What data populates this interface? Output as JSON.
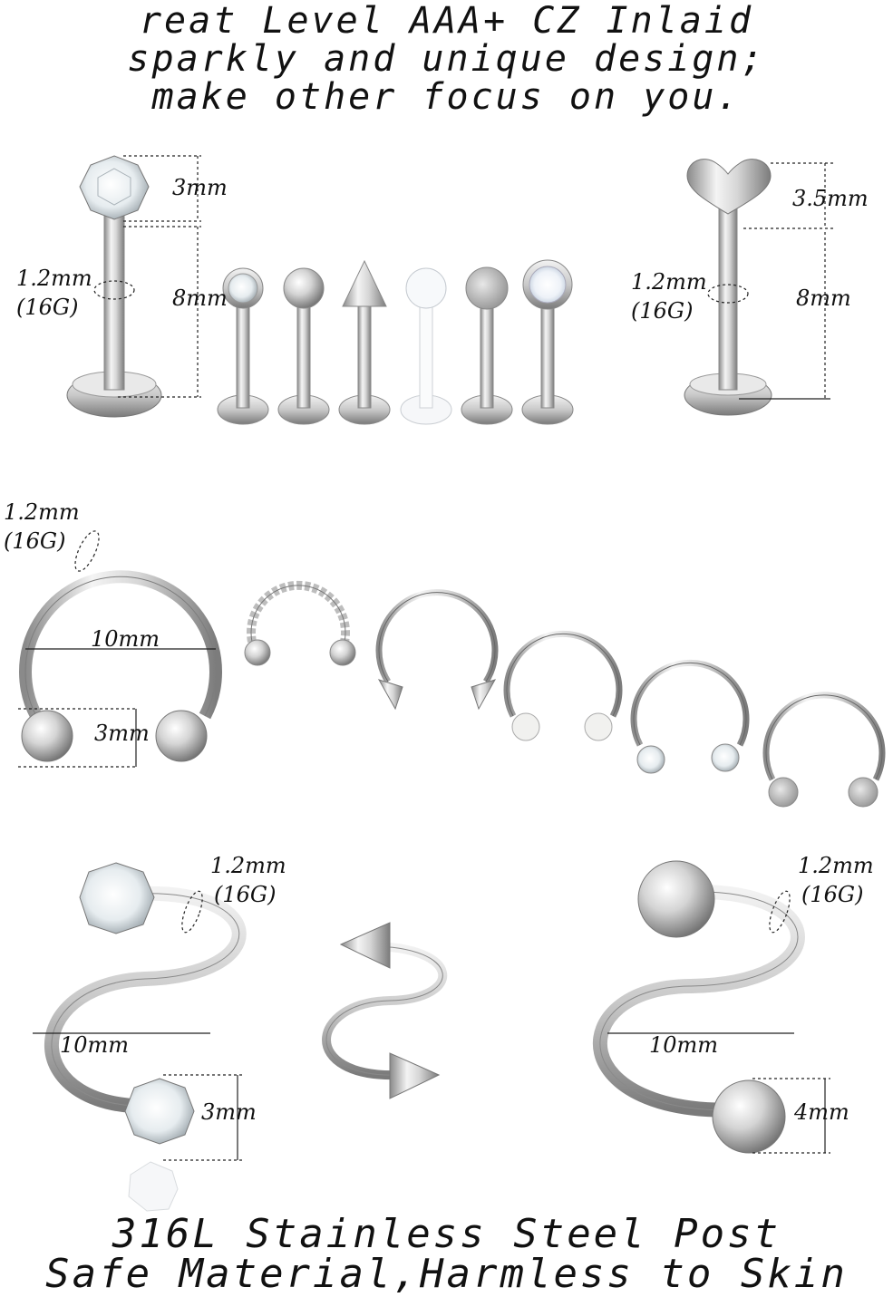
{
  "headline": {
    "line1": "reat Level AAA+ CZ Inlaid",
    "line2": "sparkly and unique design;",
    "line3": "make other focus on you."
  },
  "labrets": {
    "gem_head": "3mm",
    "gem_bar_length": "8mm",
    "gem_gauge_mm": "1.2mm",
    "gem_gauge_g": "(16G)",
    "heart_head": "3.5mm",
    "heart_bar_length": "8mm",
    "heart_gauge_mm": "1.2mm",
    "heart_gauge_g": "(16G)"
  },
  "horseshoes": {
    "gauge_mm": "1.2mm",
    "gauge_g": "(16G)",
    "diameter": "10mm",
    "ball_size": "3mm"
  },
  "twists": {
    "left_gauge_mm": "1.2mm",
    "left_gauge_g": "(16G)",
    "left_diameter": "10mm",
    "left_gem_size": "3mm",
    "right_gauge_mm": "1.2mm",
    "right_gauge_g": "(16G)",
    "right_diameter": "10mm",
    "right_ball_size": "4mm"
  },
  "footer": {
    "line1": "316L Stainless Steel Post",
    "line2": "Safe Material,Harmless to Skin"
  }
}
